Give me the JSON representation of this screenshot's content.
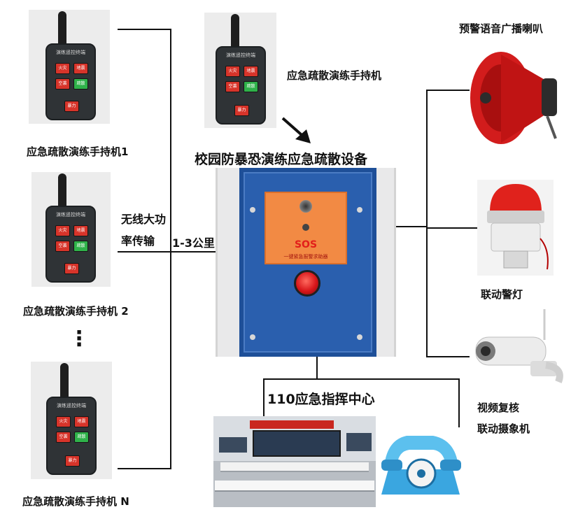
{
  "title": "校园防暴恐演练应急疏散设备",
  "handsets": [
    {
      "label": "应急疏散演练手持机1"
    },
    {
      "label": "应急疏散演练手持机 2"
    },
    {
      "label": "应急疏散演练手持机 N"
    }
  ],
  "top_handset_label": "应急疏散演练手持机",
  "handset_ui": {
    "title": "演练遥控终端",
    "buttons": [
      "火灾",
      "地震",
      "空袭",
      "疏散"
    ],
    "bottom_button": "暴力"
  },
  "wireless": {
    "line1": "无线大功",
    "line2": "率传输"
  },
  "distance": "1-3公里",
  "ellipsis": "⋮",
  "device": {
    "panel_text": "SOS",
    "panel_sub": "一键紧急报警求助器"
  },
  "speaker_label": "预警语音广播喇叭",
  "lamp_label": "联动警灯",
  "camera": {
    "line1": "视频复核",
    "line2": "联动摄象机"
  },
  "command_center": "110应急指挥中心",
  "colors": {
    "device_blue": "#2a5fae",
    "panel_orange": "#f28a44",
    "alarm_red": "#e0221c",
    "phone_blue": "#3aa6e0"
  }
}
